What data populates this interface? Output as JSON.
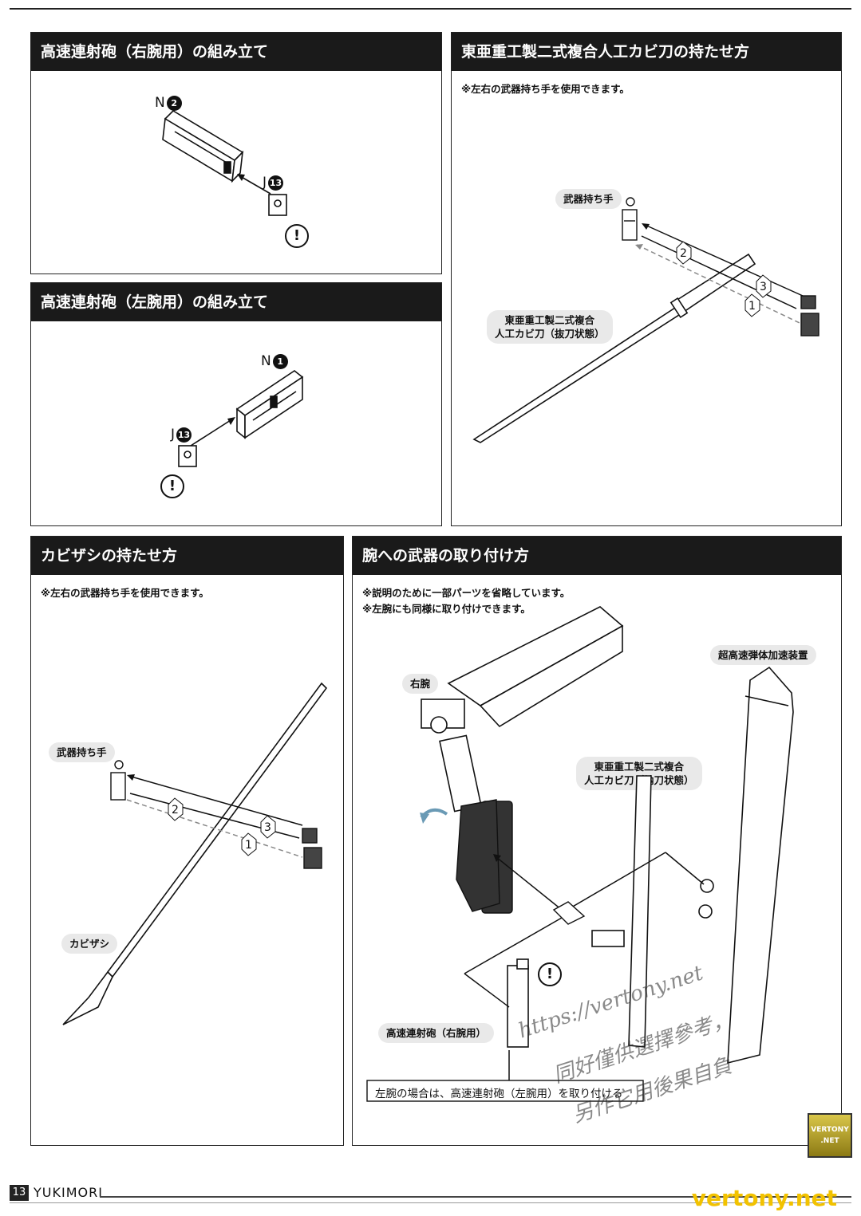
{
  "panels": {
    "p1": {
      "title": "高速連射砲（右腕用）の組み立て",
      "label_n": "N",
      "badge_n": "2",
      "label_j": "J",
      "badge_j": "13"
    },
    "p2": {
      "title": "高速連射砲（左腕用）の組み立て",
      "label_n": "N",
      "badge_n": "1",
      "label_j": "J",
      "badge_j": "13"
    },
    "p3": {
      "title": "東亜重工製二式複合人工カビ刀の持たせ方",
      "note": "※左右の武器持ち手を使用できます。",
      "tag_hand": "武器持ち手",
      "tag_sword_line1": "東亜重工製二式複合",
      "tag_sword_line2": "人工カビ刀（抜刀状態）"
    },
    "p4": {
      "title": "カビザシの持たせ方",
      "note": "※左右の武器持ち手を使用できます。",
      "tag_hand": "武器持ち手",
      "tag_spear": "カビザシ"
    },
    "p5": {
      "title": "腕への武器の取り付け方",
      "note1": "※説明のために一部パーツを省略しています。",
      "note2": "※左腕にも同様に取り付けできます。",
      "tag_accel": "超高速弾体加速装置",
      "tag_arm": "右腕",
      "tag_sword_line1": "東亜重工製二式複合",
      "tag_sword_line2": "人工カビ刀（納刀状態）",
      "tag_gun": "高速連射砲（右腕用）",
      "callout": "左腕の場合は、高速連射砲（左腕用）を取り付ける"
    }
  },
  "steps": [
    "1",
    "2",
    "3"
  ],
  "warning_symbol": "!",
  "footer": {
    "page": "13",
    "brand": "YUKIMORI"
  },
  "watermark": {
    "line1": "https://vertony.net",
    "line2": "同好僅供選擇參考，",
    "line3": "另作它用後果自負",
    "site": "vertony.net",
    "stamp1": "VERTONY",
    "stamp2": ".NET"
  },
  "colors": {
    "header_bg": "#1a1a1a",
    "tag_bg": "#e9e9e9",
    "watermark": "#f2c200"
  }
}
